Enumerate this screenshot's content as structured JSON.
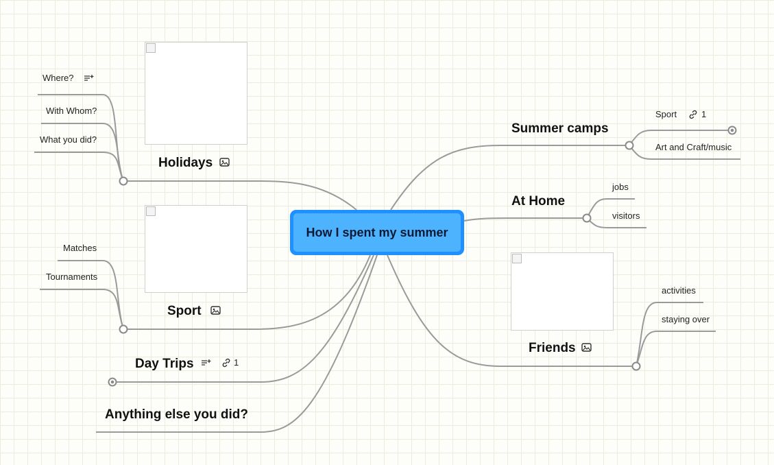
{
  "central": "How I spent my summer",
  "branches": {
    "holidays": {
      "label": "Holidays",
      "children": [
        "Where?",
        "With Whom?",
        "What you did?"
      ]
    },
    "sport": {
      "label": "Sport",
      "children": [
        "Matches",
        "Tournaments"
      ]
    },
    "day_trips": {
      "label": "Day Trips",
      "link_count": "1"
    },
    "anything_else": {
      "label": "Anything else you did?"
    },
    "summer_camps": {
      "label": "Summer camps",
      "children": [
        "Sport",
        "Art and Craft/music"
      ],
      "sport_link_count": "1"
    },
    "at_home": {
      "label": "At Home",
      "children": [
        "jobs",
        "visitors"
      ]
    },
    "friends": {
      "label": "Friends",
      "children": [
        "activities",
        "staying over"
      ]
    }
  },
  "colors": {
    "central_border": "#1e90ff",
    "central_fill": "#4db3ff",
    "connector": "#9a9a9a",
    "grid": "#ececdc"
  },
  "icons": [
    "notes-icon",
    "link-icon",
    "image-icon"
  ]
}
